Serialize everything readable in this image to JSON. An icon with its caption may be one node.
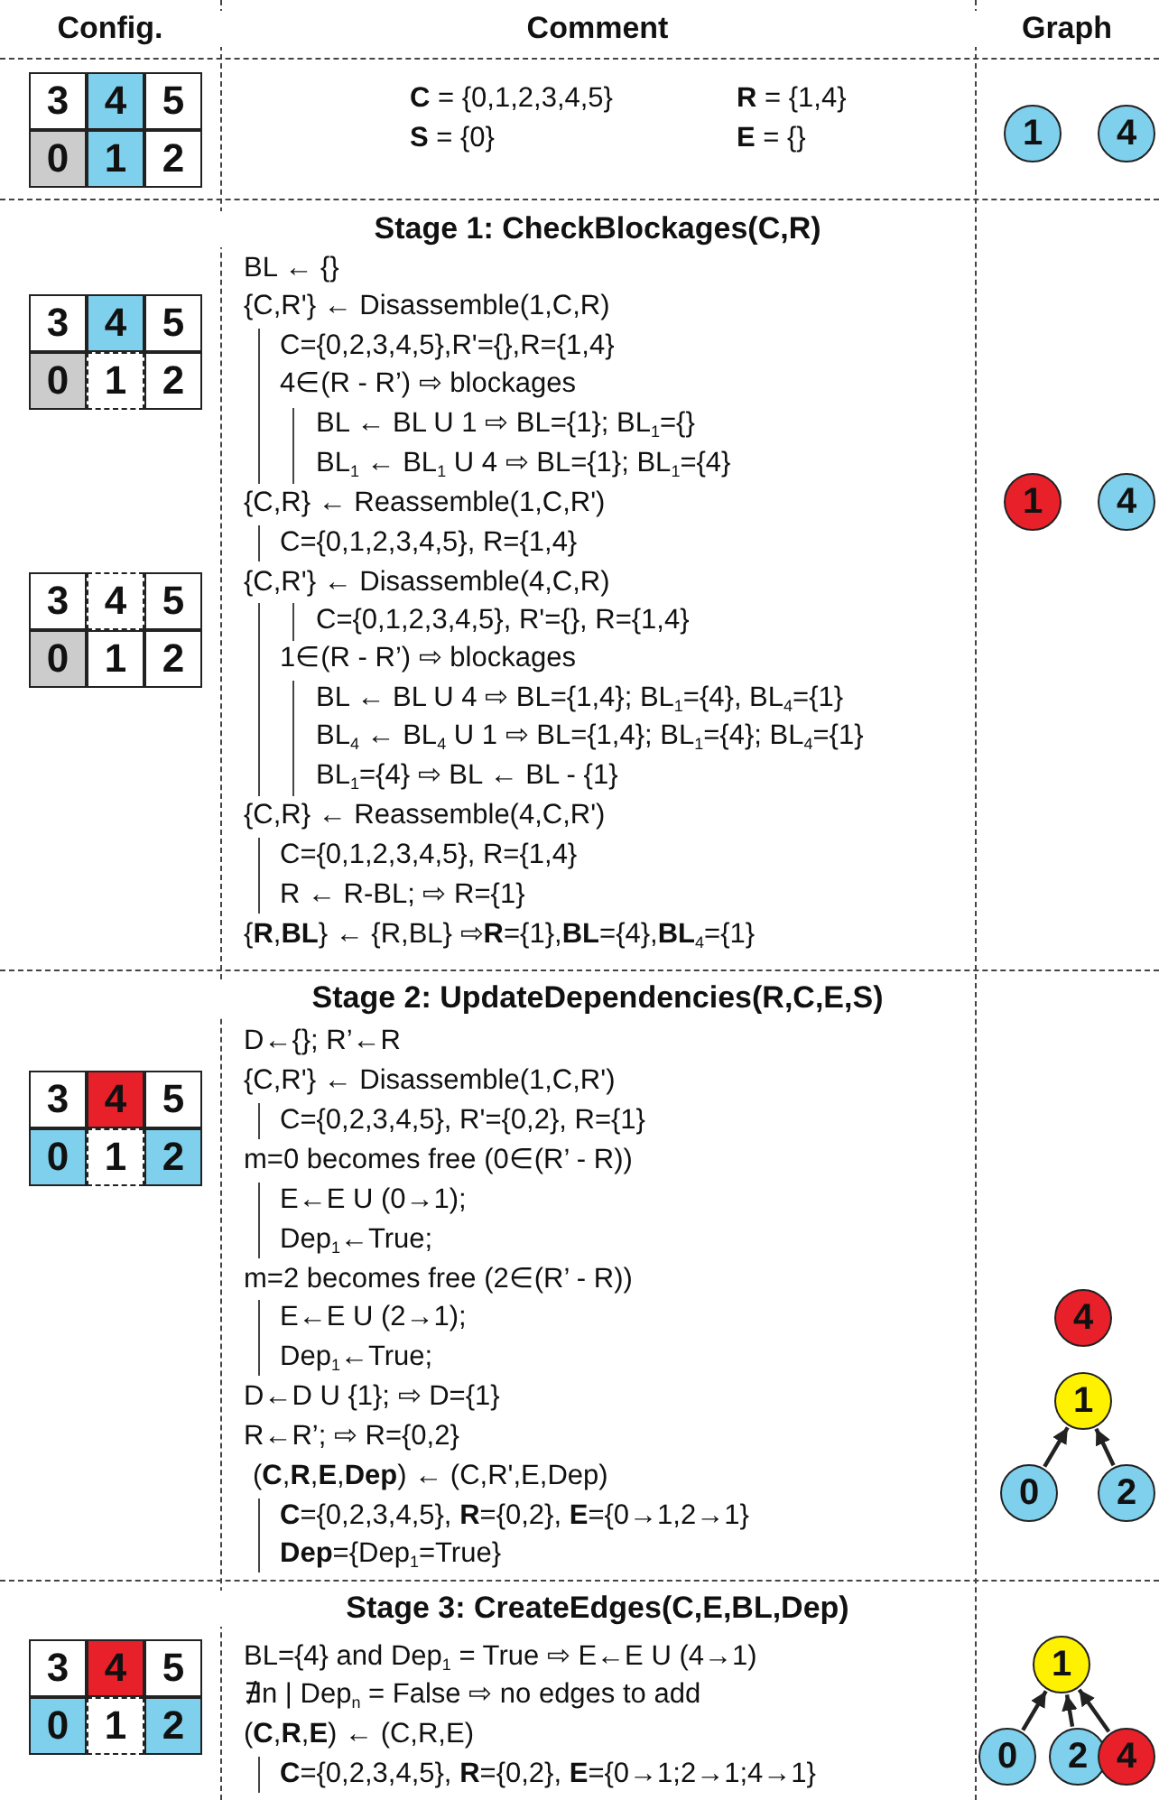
{
  "diagram": {
    "nodes": [
      {
        "text": [
          "3"
        ]
      },
      {
        "text": [
          "4"
        ]
      },
      {
        "text": [
          "5"
        ]
      },
      {
        "text": [
          "0"
        ]
      },
      {
        "text": [
          "1"
        ]
      },
      {
        "text": [
          "2"
        ]
      },
      {
        "text": [
          "3"
        ]
      },
      {
        "text": [
          "4"
        ]
      },
      {
        "text": [
          "5"
        ]
      },
      {
        "text": [
          "0"
        ]
      },
      {
        "text": [
          "1"
        ]
      },
      {
        "text": [
          "2"
        ]
      },
      {
        "text": [
          "3"
        ]
      },
      {
        "text": [
          "4"
        ]
      },
      {
        "text": [
          "5"
        ]
      },
      {
        "text": [
          "0"
        ]
      },
      {
        "text": [
          "1"
        ]
      },
      {
        "text": [
          "2"
        ]
      },
      {
        "text": [
          "3"
        ]
      },
      {
        "text": [
          "4"
        ]
      },
      {
        "text": [
          "5"
        ]
      },
      {
        "text": [
          "0"
        ]
      },
      {
        "text": [
          "1"
        ]
      },
      {
        "text": [
          "2"
        ]
      },
      {
        "text": [
          "3"
        ]
      },
      {
        "text": [
          "4"
        ]
      },
      {
        "text": [
          "5"
        ]
      },
      {
        "text": [
          "0"
        ]
      },
      {
        "text": [
          "1"
        ]
      },
      {
        "text": [
          "2"
        ]
      },
      {
        "text": [
          "1"
        ]
      },
      {
        "text": [
          "4"
        ]
      },
      {
        "text": [
          "1"
        ]
      },
      {
        "text": [
          "4"
        ]
      },
      {
        "text": [
          "4"
        ]
      },
      {
        "text": [
          "1"
        ]
      },
      {
        "text": [
          "0"
        ]
      },
      {
        "text": [
          "2"
        ]
      },
      {
        "text": [
          "1"
        ]
      },
      {
        "text": [
          "0"
        ]
      },
      {
        "text": [
          "2"
        ]
      },
      {
        "text": [
          "4"
        ]
      }
    ],
    "edges": [
      {
        "from": 36,
        "to": 35,
        "arrow": "to"
      },
      {
        "from": 37,
        "to": 35,
        "arrow": "to"
      },
      {
        "from": 39,
        "to": 38,
        "arrow": "to"
      },
      {
        "from": 40,
        "to": 38,
        "arrow": "to"
      },
      {
        "from": 41,
        "to": 38,
        "arrow": "to"
      }
    ],
    "labels": [
      "Config.",
      "Comment",
      "Graph",
      "**C** = {0,1,2,3,4,5}",
      "**R** = {1,4}",
      "**S** = {0}",
      "**E** = {}",
      "Stage 1: CheckBlockages(C,R)",
      "BL ← {}",
      "{C,R'} ← Disassemble(1,C,R)",
      "C={0,2,3,4,5},R'={},R={1,4}",
      "4∈(R - R’) ⇨ blockages",
      "BL ← BL U 1 ⇨ BL={1}; BL$_{1}$={}",
      "BL$_{1}$ ← BL$_{1}$ U 4 ⇨ BL={1}; BL$_{1}$={4}",
      "{C,R} ← Reassemble(1,C,R')",
      "C={0,1,2,3,4,5}, R={1,4}",
      "{C,R'} ← Disassemble(4,C,R)",
      "C={0,1,2,3,4,5}, R'={}, R={1,4}",
      "1∈(R - R’) ⇨ blockages",
      "BL ← BL U 4 ⇨ BL={1,4}; BL$_{1}$={4}, BL$_{4}$={1}",
      "BL$_{4}$ ← BL$_{4}$ U 1 ⇨ BL={1,4}; BL$_{1}$={4}; BL$_{4}$={1}",
      "BL$_{1}$={4} ⇨ BL ← BL - {1}",
      "{C,R} ← Reassemble(4,C,R')",
      "C={0,1,2,3,4,5}, R={1,4}",
      "R ← R-BL; ⇨ R={1}",
      "{**R**,**BL**} ← {R,BL} ⇨**R**={1},**BL**={4},**BL**$_{4}$={1}",
      "Stage 2: UpdateDependencies(R,C,E,S)",
      "D←{}; R’←R",
      "{C,R'} ← Disassemble(1,C,R')",
      "C={0,2,3,4,5}, R'={0,2}, R={1}",
      "m=0 becomes free (0∈(R’ - R))",
      "E←E U (0→1);",
      "Dep$_{1}$←True;",
      "m=2 becomes free (2∈(R’ - R))",
      "E←E U (2→1);",
      "Dep$_{1}$←True;",
      "D←D U {1}; ⇨ D={1}",
      "R←R’; ⇨ R={0,2}",
      "(**C**,**R**,**E**,**Dep**) ← (C,R',E,Dep)",
      "**C**={0,2,3,4,5}, **R**={0,2}, **E**={0→1,2→1}",
      "**Dep**={Dep$_{1}$=True}",
      "Stage 3: CreateEdges(C,E,BL,Dep)",
      "BL={4} and Dep$_{1}$ = True ⇨ E←E U (4→1)",
      "∄n | Dep$_{n}$ = False ⇨ no edges to add",
      "(**C**,**R**,**E**) ← (C,R,E)",
      "**C**={0,2,3,4,5}, **R**={0,2}, **E**={0→1;2→1;4→1}"
    ]
  }
}
